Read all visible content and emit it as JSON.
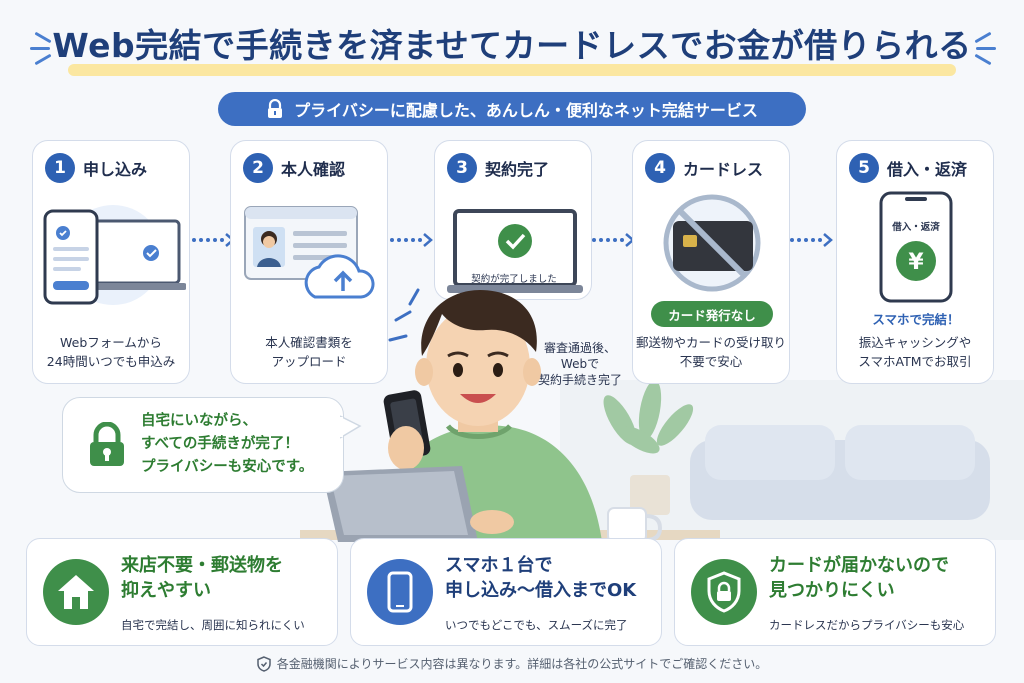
{
  "title": "Web完結で手続きを済ませてカードレスでお金が借りられる",
  "subtitle": "プライバシーに配慮した、あんしん・便利なネット完結サービス",
  "steps": [
    {
      "num": "1",
      "title": "申し込み",
      "desc1": "Webフォームから",
      "desc2": "24時間いつでも申込み"
    },
    {
      "num": "2",
      "title": "本人確認",
      "desc1": "本人確認書類を",
      "desc2": "アップロード"
    },
    {
      "num": "3",
      "title": "契約完了",
      "screen": "契約が完了しました"
    },
    {
      "num": "4",
      "title": "カードレス",
      "badge": "カード発行なし",
      "desc1": "郵送物やカードの受け取り",
      "desc2": "不要で安心"
    },
    {
      "num": "5",
      "title": "借入・返済",
      "screen": "借入・返済",
      "badge": "スマホで完結！",
      "desc1": "振込キャッシングや",
      "desc2": "スマホATMでお取引"
    }
  ],
  "step3_note": {
    "l1": "審査通過後、",
    "l2": "Webで",
    "l3": "契約手続き完了"
  },
  "bubble": {
    "l1": "自宅にいながら、",
    "l2": "すべての手続きが完了！",
    "l3": "プライバシーも安心です。"
  },
  "features": [
    {
      "t1": "来店不要・郵送物を",
      "t2": "抑えやすい",
      "sub": "自宅で完結し、周囲に知られにくい"
    },
    {
      "t1": "スマホ１台で",
      "t2": "申し込み～借入までOK",
      "sub": "いつでもどこでも、スムーズに完了"
    },
    {
      "t1": "カードが届かないので",
      "t2": "見つかりにくい",
      "sub": "カードレスだからプライバシーも安心"
    }
  ],
  "footer": "各金融機関によりサービス内容は異なります。詳細は各社の公式サイトでご確認ください。",
  "colors": {
    "primary": "#2e61b3",
    "green": "#3f8f4a",
    "title": "#1f3f7a",
    "highlight": "#fbe7a1"
  }
}
